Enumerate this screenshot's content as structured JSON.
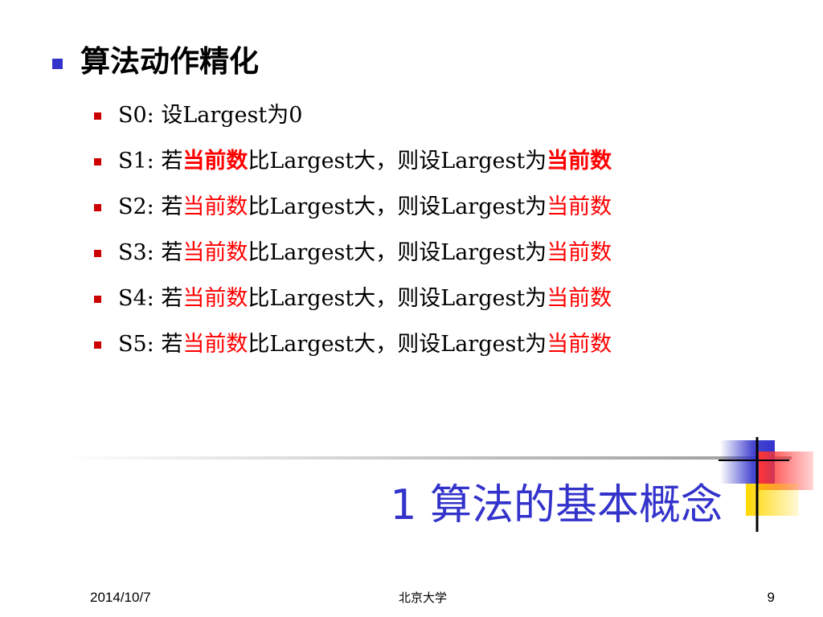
{
  "heading": "算法动作精化",
  "steps": [
    {
      "prefix": "S0: 设Largest为0",
      "red1": "",
      "mid": "",
      "red2": "",
      "bold": false
    },
    {
      "prefix": "S1: 若",
      "red1": "当前数",
      "mid": "比Largest大，则设Largest为",
      "red2": "当前数",
      "bold": true
    },
    {
      "prefix": "S2: 若",
      "red1": "当前数",
      "mid": "比Largest大，则设Largest为",
      "red2": "当前数",
      "bold": false
    },
    {
      "prefix": "S3: 若",
      "red1": "当前数",
      "mid": "比Largest大，则设Largest为",
      "red2": "当前数",
      "bold": false
    },
    {
      "prefix": "S4: 若",
      "red1": "当前数",
      "mid": "比Largest大，则设Largest为",
      "red2": "当前数",
      "bold": false
    },
    {
      "prefix": "S5: 若",
      "red1": "当前数",
      "mid": "比Largest大，则设Largest为",
      "red2": "当前数",
      "bold": false
    }
  ],
  "title": "1 算法的基本概念",
  "footer": {
    "date": "2014/10/7",
    "org": "北京大学",
    "page": "9"
  },
  "colors": {
    "title": "#3333cc",
    "highlight": "#ff0000",
    "bullet_main": "#3333cc",
    "bullet_sub": "#cc0000"
  }
}
